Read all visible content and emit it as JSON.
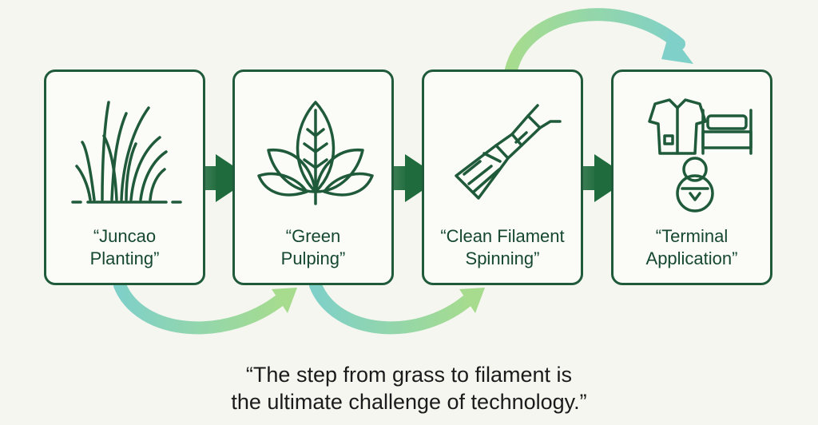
{
  "steps": [
    {
      "label": "“Juncao\nPlanting”",
      "icon": "grass-icon"
    },
    {
      "label": "“Green\nPulping”",
      "icon": "leaves-icon"
    },
    {
      "label": "“Clean Filament\nSpinning”",
      "icon": "spinning-nozzle-icon"
    },
    {
      "label": "“Terminal\nApplication”",
      "icon": "applications-icon"
    }
  ],
  "quote": "“The step from grass to filament is\nthe ultimate challenge of technology.”",
  "colors": {
    "outline": "#1f5a3a",
    "arrow_dark": "#1f6b3d",
    "curve_start": "#7fd0c8",
    "curve_end": "#a7dc8e",
    "background": "#f5f6f0"
  }
}
